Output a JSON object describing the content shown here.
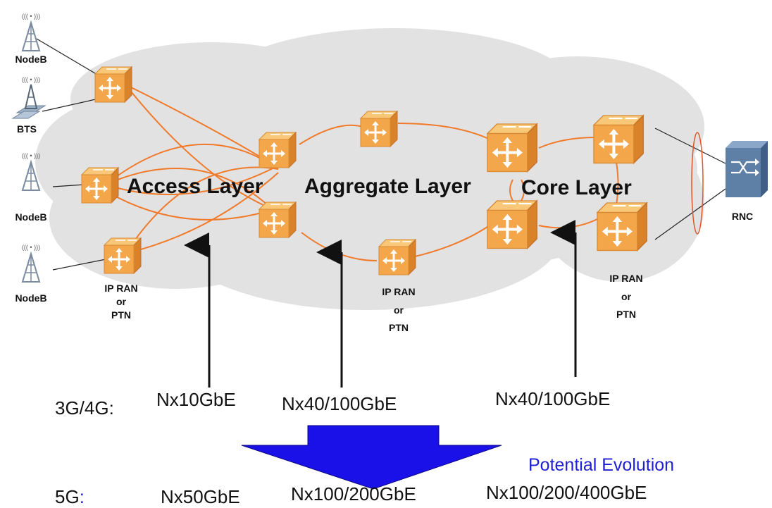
{
  "labels": {
    "access_layer": "Access Layer",
    "aggregate_layer": "Aggregate Layer",
    "core_layer": "Core Layer",
    "rnc": "RNC",
    "nodeb_top": "NodeB",
    "bts": "BTS",
    "nodeb_mid": "NodeB",
    "nodeb_bottom": "NodeB",
    "ipran_access": [
      "IP RAN",
      "or",
      "PTN"
    ],
    "ipran_agg": [
      "IP RAN",
      "or",
      "PTN"
    ],
    "ipran_core": [
      "IP RAN",
      "or",
      "PTN"
    ]
  },
  "generations": {
    "g34": {
      "label": "3G/4G:",
      "rates": [
        "Nx10GbE",
        "Nx40/100GbE",
        "Nx40/100GbE"
      ]
    },
    "g5": {
      "label_prefix": "5G",
      "label_suffix": ":",
      "rates": [
        "Nx50GbE",
        "Nx100/200GbE",
        "Nx100/200/400GbE"
      ]
    },
    "evolution": "Potential Evolution"
  },
  "colors": {
    "link": "#f07a2a",
    "router_front": "#f4a64a",
    "router_top": "#f8c878",
    "router_side": "#d9822a",
    "cloud": "#e2e2e2",
    "arrow_blue": "#1a10e8",
    "evolution_text": "#1f1fd6",
    "rnc_body": "#5e7fa6"
  },
  "icons": [
    "router-icon",
    "antenna-tower-icon",
    "bts-icon",
    "rnc-switch-icon",
    "up-arrow-icon",
    "evolution-arrow-icon"
  ]
}
